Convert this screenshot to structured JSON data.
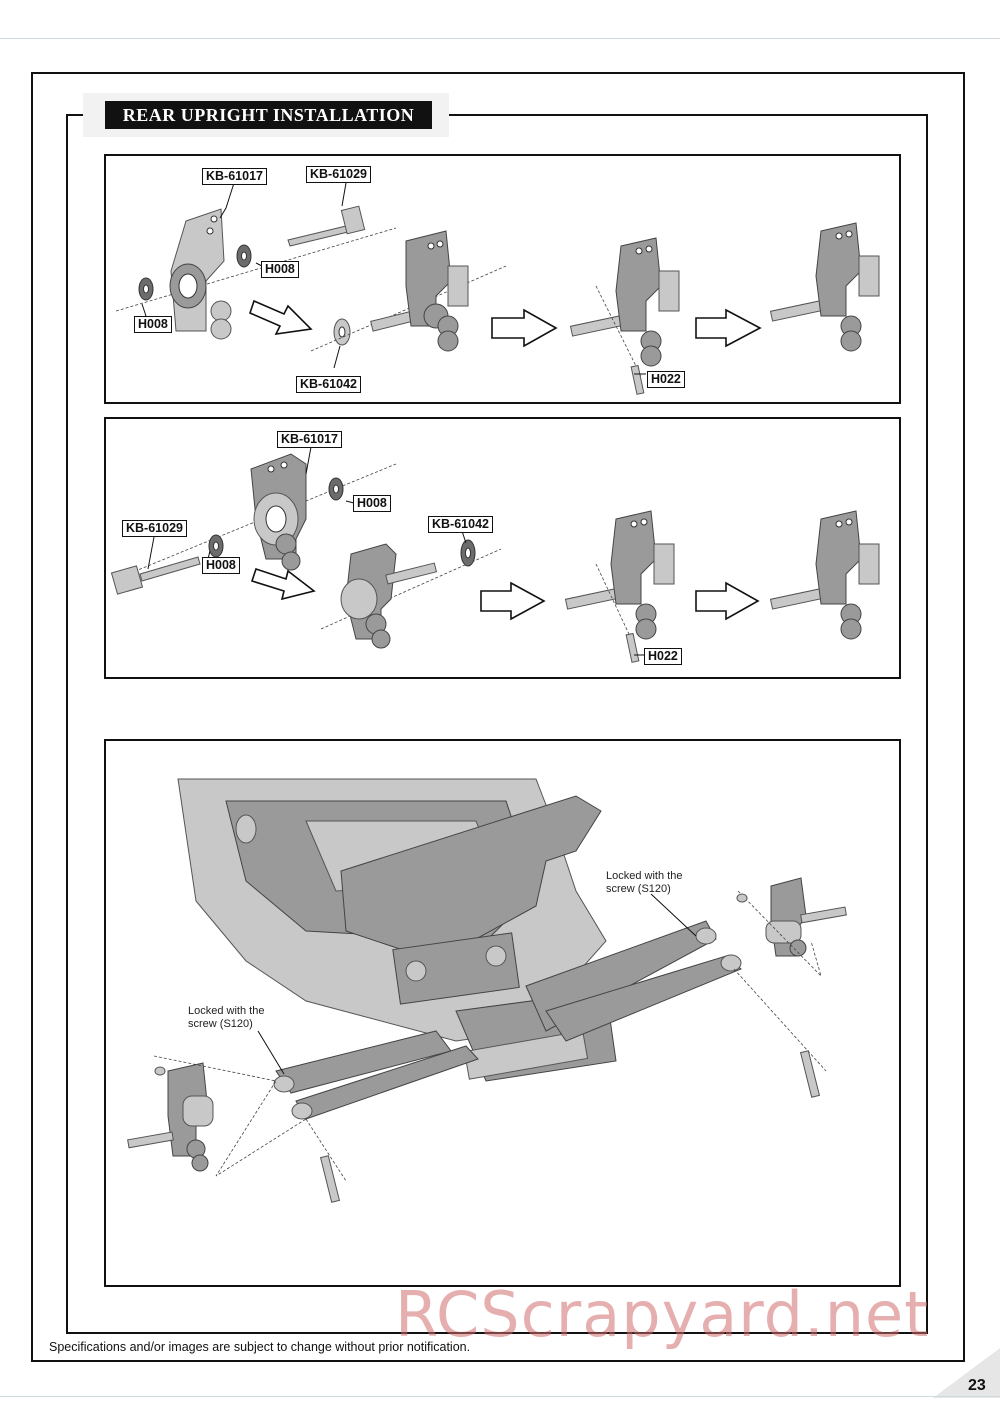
{
  "section": {
    "title": "REAR UPRIGHT INSTALLATION"
  },
  "step1": {
    "labels": {
      "upright": "KB-61017",
      "axle": "KB-61029",
      "bearing_top": "H008",
      "bearing_left": "H008",
      "washer": "KB-61042",
      "pin": "H022"
    }
  },
  "step2": {
    "labels": {
      "upright": "KB-61017",
      "axle": "KB-61029",
      "bearing_right": "H008",
      "bearing_left": "H008",
      "washer": "KB-61042",
      "pin": "H022"
    }
  },
  "step3": {
    "note_right": [
      "Locked with the",
      "screw (S120)"
    ],
    "note_left": [
      "Locked with the",
      "screw (S120)"
    ]
  },
  "footer": {
    "text": "Specifications and/or images are subject to change without prior notification."
  },
  "watermark": "RCScrapyard.net",
  "page_number": "23",
  "colors": {
    "frame": "#111111",
    "title_bg": "#111111",
    "title_text": "#ffffff",
    "watermark": "#d26e6e",
    "parts": "#9a9a9a"
  }
}
